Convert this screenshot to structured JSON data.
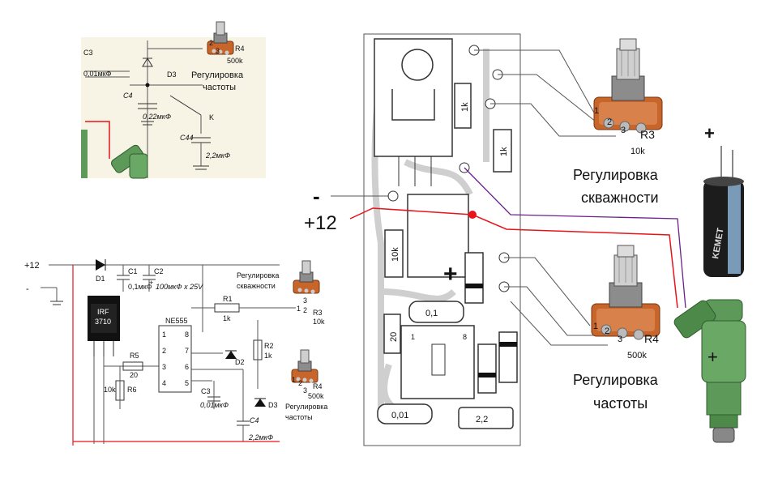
{
  "inset_top": {
    "c3": "C3",
    "c3_value": "0,01мкФ",
    "d3": "D3",
    "r4": "R4",
    "r4_value": "500k",
    "r4_pin2": "2",
    "r4_pin3": "3",
    "label_frequency": [
      "Регулировка",
      "частоты"
    ],
    "c4": "C4",
    "c4_value": "0,22мкФ",
    "k": "K",
    "c44": "C44",
    "c44_value": "2,2мкФ"
  },
  "schematic": {
    "plus12": "+12",
    "minus": "-",
    "d1": "D1",
    "c1": "C1",
    "c1_value": "0,1мкФ",
    "c2": "C2",
    "c2_plus": "+",
    "c2_value": "100мкФ x 25V",
    "irf": "IRF",
    "irf_model": "3710",
    "r1": "R1",
    "r1_value": "1k",
    "ne555": "NE555",
    "pins": [
      "1",
      "8",
      "2",
      "7",
      "3",
      "6",
      "4",
      "5"
    ],
    "r2": "R2",
    "r2_value": "1k",
    "d2": "D2",
    "r5": "R5",
    "r5_value": "20",
    "r6": "R6",
    "r6_value": "10k",
    "c3": "C3",
    "c3_value": "0,01мкФ",
    "d3": "D3",
    "c4": "C4",
    "c4_value": "2,2мкФ",
    "duty_label": [
      "Регулировка",
      "скважности"
    ],
    "r3": "R3",
    "r3_value": "10k",
    "freq_label": [
      "Регулировка",
      "частоты"
    ],
    "r4": "R4",
    "r4_value": "500k",
    "pot_pins": [
      "1",
      "2",
      "3"
    ]
  },
  "board": {
    "minus": "-",
    "plus12": "+12",
    "r_1k_a": "1k",
    "r_1k_b": "1k",
    "r_10k": "10k",
    "r_20": "20",
    "plus_mark": "+",
    "cap_01": "0,1",
    "cap_001": "0,01",
    "cap_22": "2,2",
    "ic_pin1": "1",
    "ic_pin8": "8"
  },
  "right": {
    "r3": "R3",
    "r3_value": "10k",
    "r3_pins": [
      "1",
      "2",
      "3"
    ],
    "duty_label": [
      "Регулировка",
      "скважности"
    ],
    "r4": "R4",
    "r4_value": "500k",
    "r4_pins": [
      "1",
      "2",
      "3"
    ],
    "freq_label": [
      "Регулировка",
      "частоты"
    ],
    "cap_plus": "+",
    "cap_brand": "KEMET",
    "injector_plus": "+"
  },
  "colors": {
    "wire_red": "#e8141a",
    "wire_purple": "#6a1f8a",
    "wire_gray": "#555555",
    "pot_copper": "#c8652a",
    "pot_steel": "#a8a8a8",
    "injector_green": "#5d9a5a",
    "cap_body": "#1c1c1c",
    "pcb_track": "#cfcfcf",
    "inset_bg": "#f7f4e6"
  },
  "icons": [
    "potentiometer-icon",
    "electrolytic-capacitor-icon",
    "fuel-injector-icon"
  ]
}
